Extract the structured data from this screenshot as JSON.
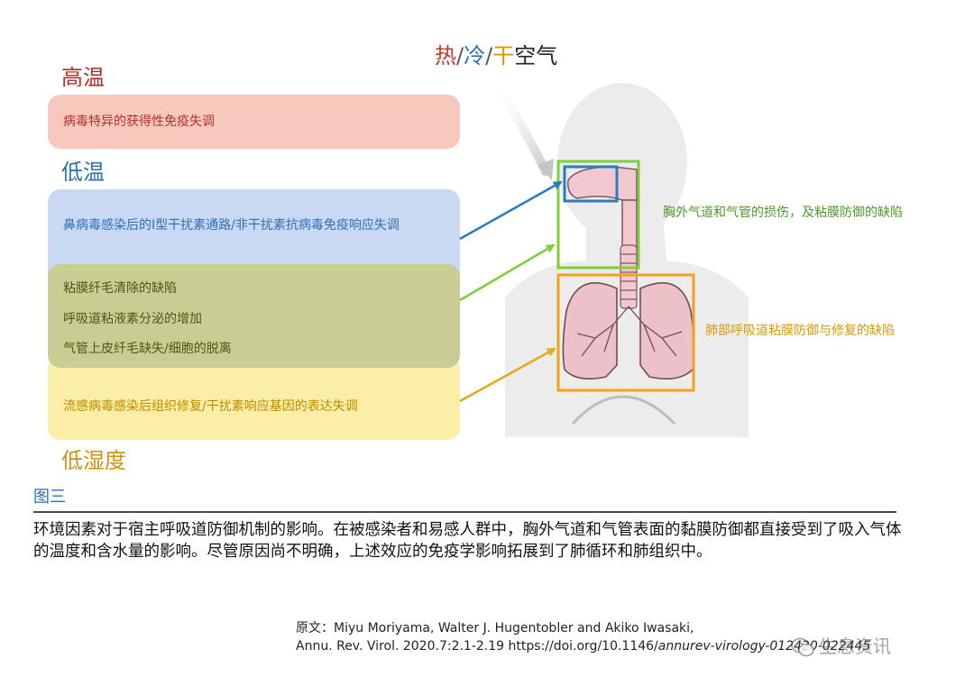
{
  "header": {
    "air_hot": "热",
    "air_cold": "冷",
    "air_dry": "干",
    "air_suffix": "空气",
    "slash": "/"
  },
  "conditions": {
    "high_temp": "高温",
    "low_temp": "低温",
    "low_humidity": "低湿度"
  },
  "boxes": {
    "red": "病毒特异的获得性免疫失调",
    "blue": "鼻病毒感染后的I型干扰素通路/非干扰素抗病毒免疫响应失调",
    "green": [
      "粘膜纤毛清除的缺陷",
      "呼吸道粘液素分泌的增加",
      "气管上皮纤毛缺失/细胞的脱离"
    ],
    "yellow": "流感病毒感染后组织修复/干扰素响应基因的表达失调"
  },
  "annotations": {
    "upper_airway": "胸外气道和气管的损伤，及粘膜防御的缺陷",
    "lung": "肺部呼吸道粘膜防御与修复的缺陷"
  },
  "figure": {
    "label": "图三",
    "caption": "环境因素对于宿主呼吸道防御机制的影响。在被感染者和易感人群中，胸外气道和气管表面的黏膜防御都直接受到了吸入气体的温度和含水量的影响。尽管原因尚不明确，上述效应的免疫学影响拓展到了肺循环和肺组织中。"
  },
  "source": {
    "line1": "原文：Miyu Moriyama, Walter J. Hugentobler and Akiko Iwasaki,",
    "line2_plain": "Annu. Rev. Virol. 2020.7:2.1-2.19 https://doi.org/10.1146/",
    "line2_italic": "annurev-virology-012420-022445"
  },
  "watermark": {
    "text": "生息资讯",
    "icon": "wechat-icon"
  },
  "colors": {
    "high_temp": "#b3302a",
    "low_temp": "#2f6fb5",
    "low_humidity": "#c99512",
    "box_red": "#f8c8bd",
    "box_blue": "#c9d8f3",
    "box_green": "#c9cc93",
    "box_yellow": "#fbeea6",
    "arrow_blue": "#2a7bc4",
    "arrow_green": "#7ccf3a",
    "arrow_yellow": "#e8a91a",
    "frame_green": "#7ccf3a",
    "frame_orange": "#f0a21c"
  }
}
